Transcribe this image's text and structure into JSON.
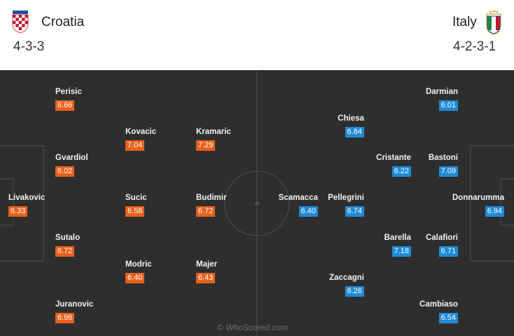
{
  "home": {
    "name": "Croatia",
    "formation": "4-3-3",
    "rating_color": "#e8601c",
    "players": [
      {
        "name": "Perisic",
        "rating": "6.66"
      },
      {
        "name": "Kovacic",
        "rating": "7.04"
      },
      {
        "name": "Kramaric",
        "rating": "7.29"
      },
      {
        "name": "Gvardiol",
        "rating": "6.02"
      },
      {
        "name": "Livakovic",
        "rating": "6.33"
      },
      {
        "name": "Sucic",
        "rating": "6.58"
      },
      {
        "name": "Budimir",
        "rating": "6.72"
      },
      {
        "name": "Sutalo",
        "rating": "6.72"
      },
      {
        "name": "Modric",
        "rating": "6.40"
      },
      {
        "name": "Majer",
        "rating": "6.43"
      },
      {
        "name": "Juranovic",
        "rating": "6.96"
      }
    ]
  },
  "away": {
    "name": "Italy",
    "formation": "4-2-3-1",
    "rating_color": "#1f8ad6",
    "players": [
      {
        "name": "Darmian",
        "rating": "6.01"
      },
      {
        "name": "Chiesa",
        "rating": "6.84"
      },
      {
        "name": "Cristante",
        "rating": "6.22"
      },
      {
        "name": "Bastoni",
        "rating": "7.09"
      },
      {
        "name": "Scamacca",
        "rating": "6.40"
      },
      {
        "name": "Pellegrini",
        "rating": "6.74"
      },
      {
        "name": "Donnarumma",
        "rating": "6.94"
      },
      {
        "name": "Barella",
        "rating": "7.18"
      },
      {
        "name": "Calafiori",
        "rating": "6.71"
      },
      {
        "name": "Zaccagni",
        "rating": "6.26"
      },
      {
        "name": "Cambiaso",
        "rating": "6.54"
      }
    ]
  },
  "watermark": "© WhoScored.com",
  "pitch_color": "#2e2e2e"
}
